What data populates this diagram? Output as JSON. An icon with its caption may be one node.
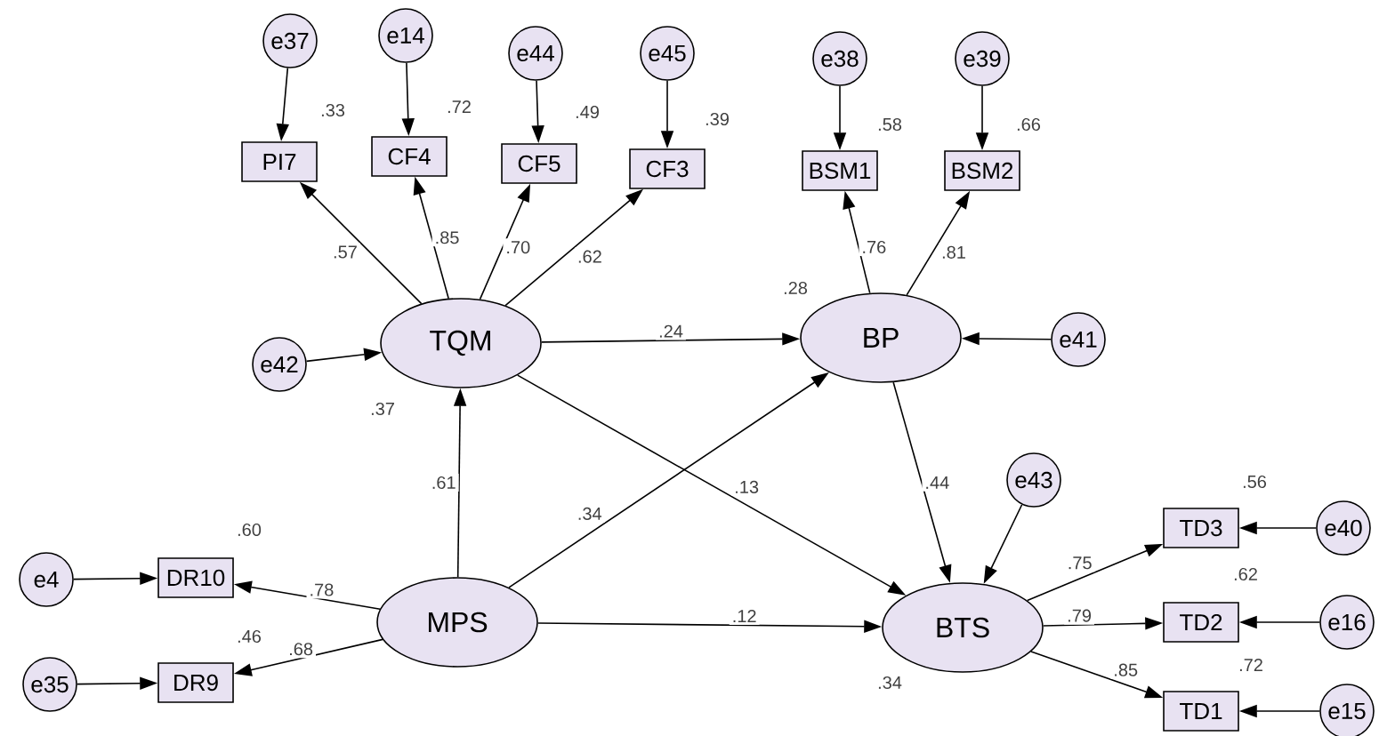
{
  "diagram": {
    "nodes": [
      {
        "text": [
          "e37"
        ]
      },
      {
        "text": [
          "e14"
        ]
      },
      {
        "text": [
          "e44"
        ]
      },
      {
        "text": [
          "e45"
        ]
      },
      {
        "text": [
          "e38"
        ]
      },
      {
        "text": [
          "e39"
        ]
      },
      {
        "text": [
          "PI7"
        ],
        "beside": [
          ".33"
        ]
      },
      {
        "text": [
          "CF4"
        ],
        "beside": [
          ".72"
        ]
      },
      {
        "text": [
          "CF5"
        ],
        "beside": [
          ".49"
        ]
      },
      {
        "text": [
          "CF3"
        ],
        "beside": [
          ".39"
        ]
      },
      {
        "text": [
          "BSM1"
        ],
        "beside": [
          ".58"
        ]
      },
      {
        "text": [
          "BSM2"
        ],
        "beside": [
          ".66"
        ]
      },
      {
        "text": [
          "e42"
        ]
      },
      {
        "text": [
          "TQM"
        ],
        "beside": [
          ".37"
        ]
      },
      {
        "text": [
          "BP"
        ],
        "beside": [
          ".28"
        ]
      },
      {
        "text": [
          "e41"
        ]
      },
      {
        "text": [
          "e43"
        ]
      },
      {
        "text": [
          "TD3"
        ],
        "beside": [
          ".56"
        ]
      },
      {
        "text": [
          "e40"
        ]
      },
      {
        "text": [
          "e4"
        ]
      },
      {
        "text": [
          "DR10"
        ],
        "beside": [
          ".60"
        ]
      },
      {
        "text": [
          "MPS"
        ]
      },
      {
        "text": [
          "TD2"
        ],
        "beside": [
          ".62"
        ]
      },
      {
        "text": [
          "e16"
        ]
      },
      {
        "text": [
          "BTS"
        ],
        "beside": [
          ".34"
        ]
      },
      {
        "text": [
          "TD1"
        ],
        "beside": [
          ".72"
        ]
      },
      {
        "text": [
          "e15"
        ]
      },
      {
        "text": [
          "e35"
        ]
      },
      {
        "text": [
          "DR9"
        ],
        "beside": [
          ".46"
        ]
      }
    ],
    "edges": [
      {
        "from": 0,
        "to": 6,
        "arrow": "to"
      },
      {
        "from": 1,
        "to": 7,
        "arrow": "to"
      },
      {
        "from": 2,
        "to": 8,
        "arrow": "to"
      },
      {
        "from": 3,
        "to": 9,
        "arrow": "to"
      },
      {
        "from": 4,
        "to": 10,
        "arrow": "to"
      },
      {
        "from": 5,
        "to": 11,
        "arrow": "to"
      },
      {
        "from": 13,
        "to": 6,
        "arrow": "to",
        "label": ".57"
      },
      {
        "from": 13,
        "to": 7,
        "arrow": "to",
        "label": ".85"
      },
      {
        "from": 13,
        "to": 8,
        "arrow": "to",
        "label": ".70"
      },
      {
        "from": 13,
        "to": 9,
        "arrow": "to",
        "label": ".62"
      },
      {
        "from": 14,
        "to": 10,
        "arrow": "to",
        "label": ".76"
      },
      {
        "from": 14,
        "to": 11,
        "arrow": "to",
        "label": ".81"
      },
      {
        "from": 12,
        "to": 13,
        "arrow": "to"
      },
      {
        "from": 13,
        "to": 14,
        "arrow": "to",
        "label": ".24"
      },
      {
        "from": 15,
        "to": 14,
        "arrow": "to"
      },
      {
        "from": 13,
        "to": 24,
        "arrow": "to",
        "label": ".13"
      },
      {
        "from": 21,
        "to": 13,
        "arrow": "to",
        "label": ".61"
      },
      {
        "from": 21,
        "to": 14,
        "arrow": "to",
        "label": ".34"
      },
      {
        "from": 21,
        "to": 24,
        "arrow": "to",
        "label": ".12"
      },
      {
        "from": 14,
        "to": 24,
        "arrow": "to",
        "label": ".44"
      },
      {
        "from": 16,
        "to": 24,
        "arrow": "to"
      },
      {
        "from": 24,
        "to": 17,
        "arrow": "to",
        "label": ".75"
      },
      {
        "from": 24,
        "to": 22,
        "arrow": "to",
        "label": ".79"
      },
      {
        "from": 24,
        "to": 25,
        "arrow": "to",
        "label": ".85"
      },
      {
        "from": 18,
        "to": 17,
        "arrow": "to"
      },
      {
        "from": 23,
        "to": 22,
        "arrow": "to"
      },
      {
        "from": 26,
        "to": 25,
        "arrow": "to"
      },
      {
        "from": 21,
        "to": 20,
        "arrow": "to",
        "label": ".78"
      },
      {
        "from": 21,
        "to": 28,
        "arrow": "to",
        "label": ".68"
      },
      {
        "from": 19,
        "to": 20,
        "arrow": "to"
      },
      {
        "from": 27,
        "to": 28,
        "arrow": "to"
      }
    ]
  }
}
